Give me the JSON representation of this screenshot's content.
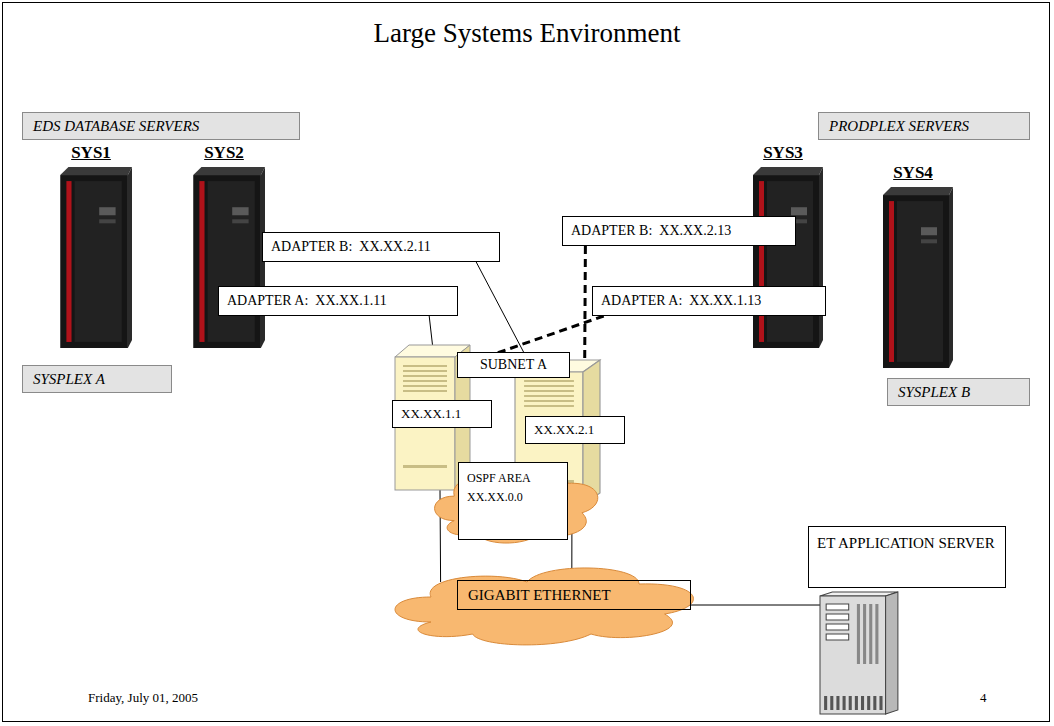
{
  "diagram": {
    "title": "Large Systems Environment",
    "nodes": [
      {
        "text": [
          "EDS DATABASE SERVERS"
        ]
      },
      {
        "text": [
          "PRODPLEX SERVERS"
        ]
      },
      {
        "text": [
          "SYS1"
        ]
      },
      {
        "text": [
          "SYS2"
        ]
      },
      {
        "text": [
          "SYS3"
        ]
      },
      {
        "text": [
          "SYS4"
        ]
      },
      {
        "text": [
          "ADAPTER B:  XX.XX.2.11"
        ]
      },
      {
        "text": [
          "ADAPTER B:  XX.XX.2.13"
        ]
      },
      {
        "text": [
          "ADAPTER A:  XX.XX.1.11"
        ]
      },
      {
        "text": [
          "ADAPTER A:  XX.XX.1.13"
        ]
      },
      {
        "text": [
          "SYSPLEX A"
        ]
      },
      {
        "text": [
          "SUBNET A"
        ]
      },
      {
        "text": [
          "SYSPLEX B"
        ]
      },
      {
        "text": [
          "XX.XX.1.1"
        ]
      },
      {
        "text": [
          "XX.XX.2.1"
        ]
      },
      {
        "text": [
          "OSPF AREA XX.XX.0.0"
        ]
      },
      {
        "text": [
          "ET APPLICATION SERVER"
        ]
      },
      {
        "text": [
          "GIGABIT ETHERNET"
        ]
      }
    ],
    "edges": [
      {
        "from": 8,
        "to": 13,
        "arrow": "none"
      },
      {
        "from": 6,
        "to": 14,
        "arrow": "none"
      },
      {
        "from": 9,
        "to": 13,
        "arrow": "none"
      },
      {
        "from": 7,
        "to": 14,
        "arrow": "none"
      },
      {
        "from": 13,
        "to": 17,
        "arrow": "none"
      },
      {
        "from": 14,
        "to": 17,
        "arrow": "none"
      },
      {
        "from": 17,
        "to": 16,
        "arrow": "none"
      }
    ],
    "labels": [
      "Friday, July 01, 2005",
      "4"
    ]
  }
}
